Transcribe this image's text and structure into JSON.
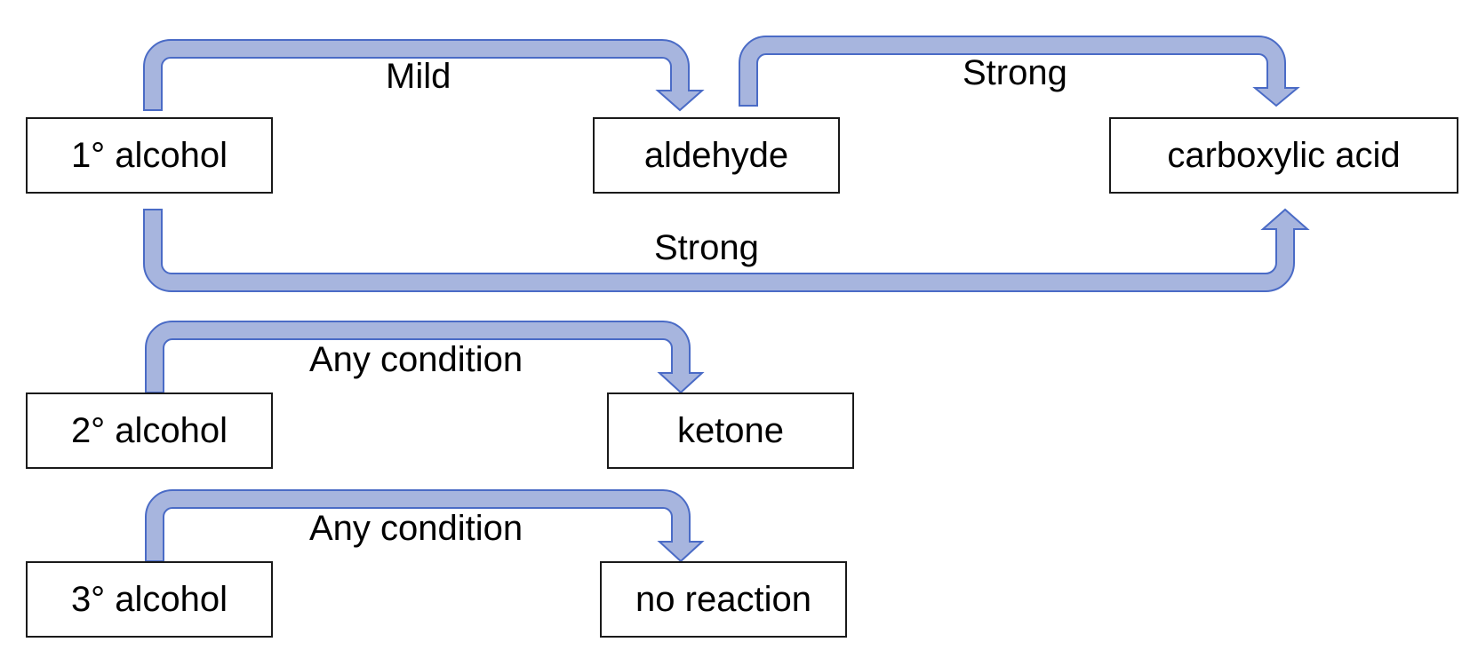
{
  "nodes": {
    "primary_alcohol": "1° alcohol",
    "aldehyde": "aldehyde",
    "carboxylic_acid": "carboxylic acid",
    "secondary_alcohol": "2° alcohol",
    "ketone": "ketone",
    "tertiary_alcohol": "3° alcohol",
    "no_reaction": "no reaction"
  },
  "edges": {
    "primary_to_aldehyde": "Mild",
    "aldehyde_to_acid": "Strong",
    "primary_to_acid": "Strong",
    "secondary_to_ketone": "Any condition",
    "tertiary_to_no_reaction": "Any condition"
  },
  "colors": {
    "arrow_fill": "#a7b5de",
    "arrow_stroke": "#4a6bc6",
    "box_border": "#1a1a1a"
  }
}
